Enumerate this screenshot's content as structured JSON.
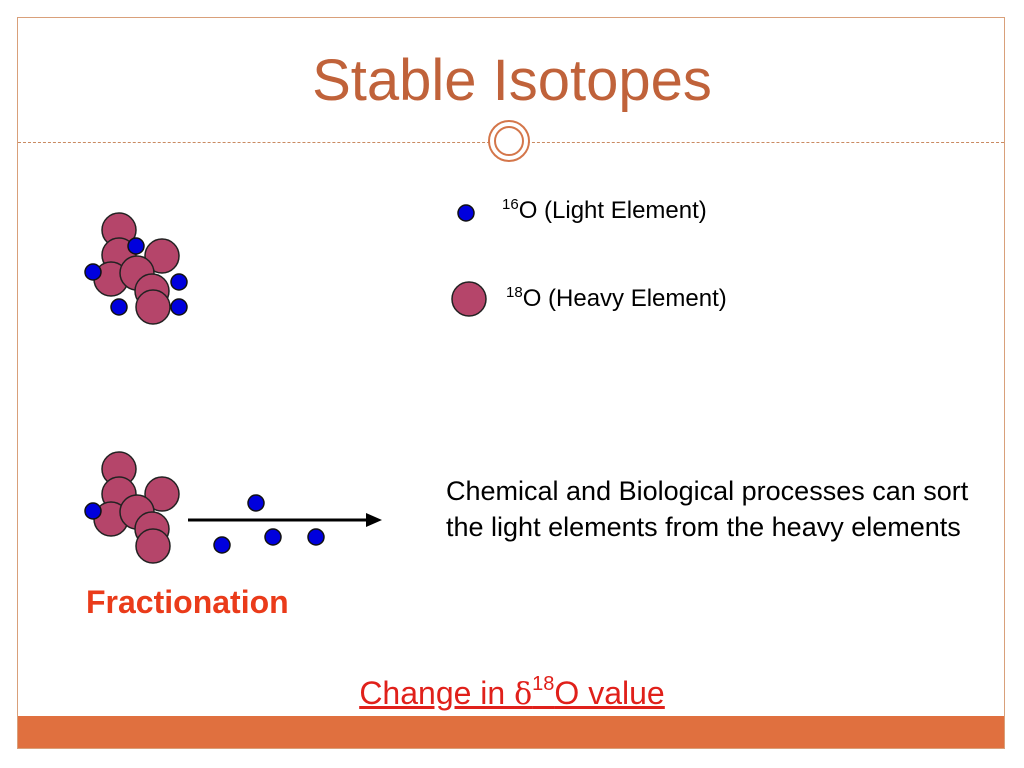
{
  "slide": {
    "title": "Stable Isotopes"
  },
  "legend": {
    "light": {
      "mass_number": "16",
      "label": "O (Light Element)",
      "color": "#0000dd"
    },
    "heavy": {
      "mass_number": "18",
      "label": "O (Heavy Element)",
      "color": "#b5456a"
    }
  },
  "description": "Chemical and Biological processes can sort the light elements from the heavy elements",
  "fractionation_label": "Fractionation",
  "footer_link": {
    "prefix": "Change in ",
    "delta_symbol": "δ",
    "mass_number": "18",
    "suffix": "O value"
  },
  "colors": {
    "title": "#c0623a",
    "accent": "#e0703f",
    "fractionation": "#ea3b1a",
    "footer_link": "#e0201a"
  }
}
